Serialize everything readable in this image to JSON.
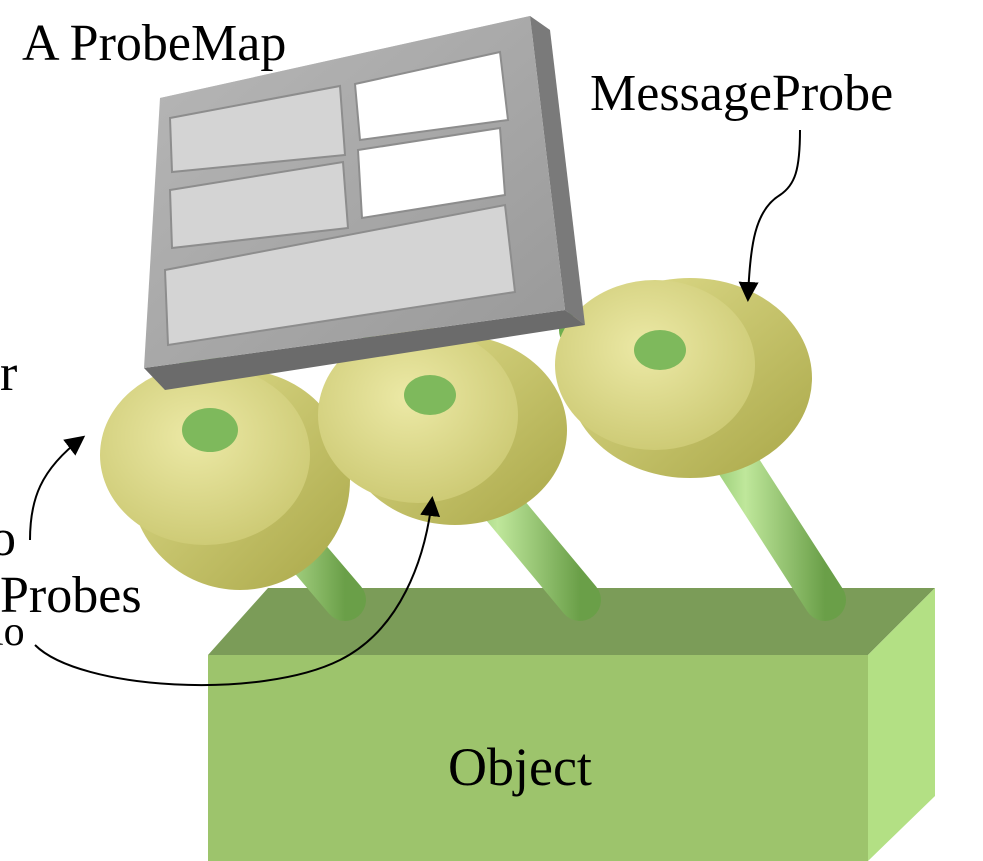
{
  "labels": {
    "probemap": "A ProbeMap",
    "message_probe": "MessageProbe",
    "var_probes_fragment": "r",
    "var_probes_fragment2": "o",
    "probes": "Probes",
    "fragment_bottom": "io",
    "object": "Object"
  },
  "colors": {
    "object_front": "#9cc46b",
    "object_top": "#7a9a58",
    "object_side": "#b2df82",
    "probe_disc_top": "#d8d68a",
    "probe_disc_side": "#bdbb5e",
    "rod": "#8ecb6a",
    "panel_face": "#a8a8a8",
    "panel_edge": "#6f6f6f",
    "field_light": "#ffffff",
    "field_grey": "#d2d2d2"
  }
}
